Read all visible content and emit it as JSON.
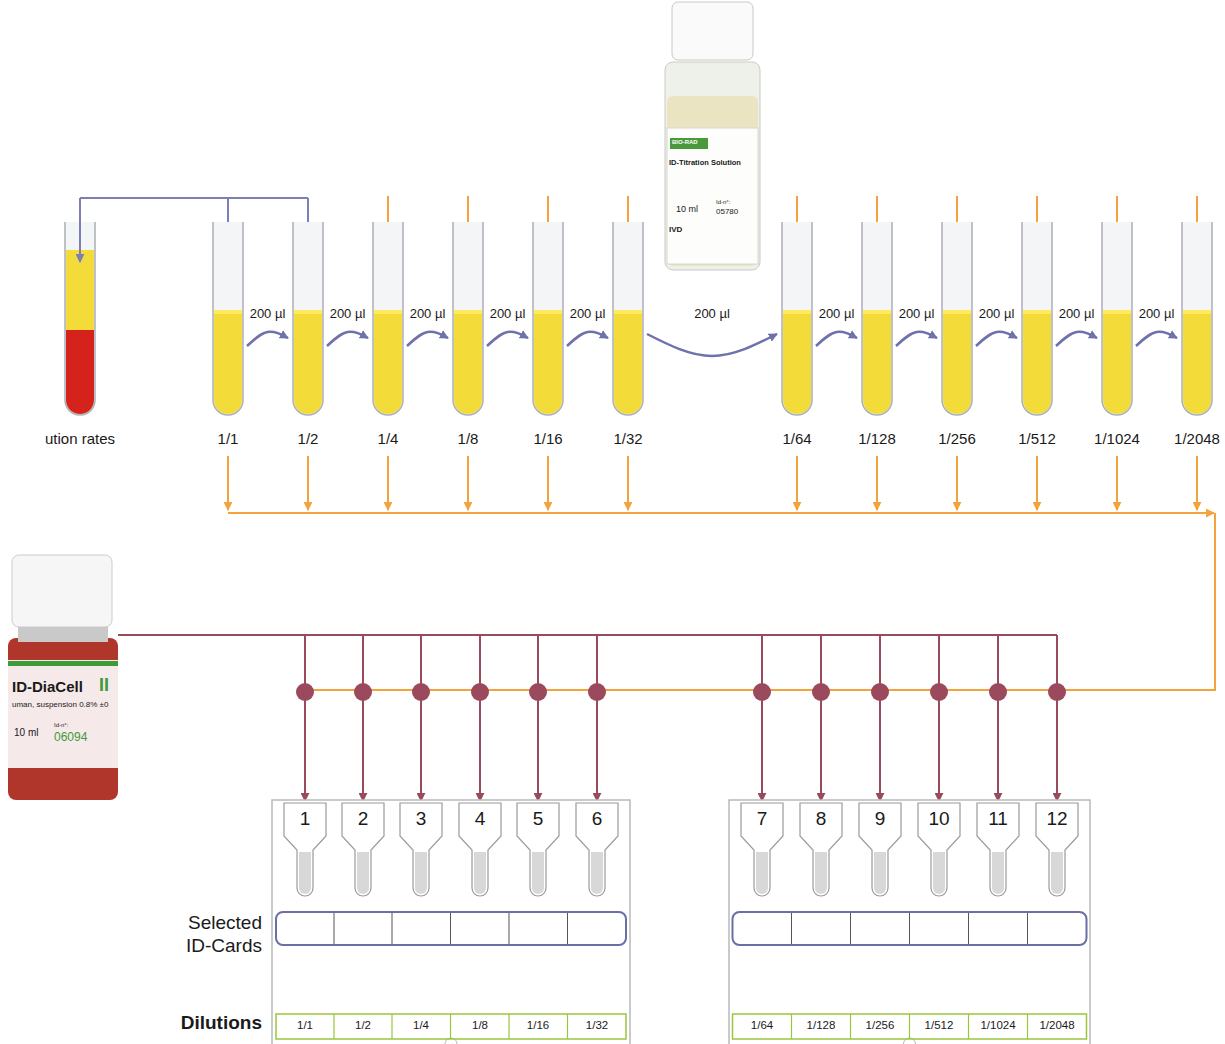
{
  "diagram": {
    "nodes": [
      {
        "text": [
          "1/1"
        ]
      },
      {
        "text": [
          "1/2"
        ]
      },
      {
        "text": [
          "1/4"
        ]
      },
      {
        "text": [
          "1/8"
        ]
      },
      {
        "text": [
          "1/16"
        ]
      },
      {
        "text": [
          "1/32"
        ]
      },
      {
        "text": [
          "1/64"
        ]
      },
      {
        "text": [
          "1/128"
        ]
      },
      {
        "text": [
          "1/256"
        ]
      },
      {
        "text": [
          "1/512"
        ]
      },
      {
        "text": [
          "1/1024"
        ]
      },
      {
        "text": [
          "1/2048"
        ]
      }
    ],
    "edges": [
      {
        "from": 0,
        "to": 1,
        "label": "200 µl",
        "arrow": "to"
      },
      {
        "from": 1,
        "to": 2,
        "label": "200 µl",
        "arrow": "to"
      },
      {
        "from": 2,
        "to": 3,
        "label": "200 µl",
        "arrow": "to"
      },
      {
        "from": 3,
        "to": 4,
        "label": "200 µl",
        "arrow": "to"
      },
      {
        "from": 4,
        "to": 5,
        "label": "200 µl",
        "arrow": "to"
      },
      {
        "from": 5,
        "to": 6,
        "label": "200 µl",
        "arrow": "to"
      },
      {
        "from": 6,
        "to": 7,
        "label": "200 µl",
        "arrow": "to"
      },
      {
        "from": 7,
        "to": 8,
        "label": "200 µl",
        "arrow": "to"
      },
      {
        "from": 8,
        "to": 9,
        "label": "200 µl",
        "arrow": "to"
      },
      {
        "from": 9,
        "to": 10,
        "label": "200 µl",
        "arrow": "to"
      },
      {
        "from": 10,
        "to": 11,
        "label": "200 µl",
        "arrow": "to"
      }
    ],
    "labels": [
      "ution rates",
      "BIO-RAD",
      "ID-Titration Solution",
      "10 ml",
      "Id-n°:",
      "05780",
      "IVD",
      "ID-DiaCell",
      "II",
      "uman, suspension 0.8% ±0",
      "10 ml",
      "Id-n°:",
      "06094",
      "1",
      "2",
      "3",
      "4",
      "5",
      "6",
      "7",
      "8",
      "9",
      "10",
      "11",
      "12",
      "Selected ID-Cards",
      "Dilutions",
      "1/1",
      "1/2",
      "1/4",
      "1/8",
      "1/16",
      "1/32",
      "1/64",
      "1/128",
      "1/256",
      "1/512",
      "1/1024",
      "1/2048"
    ]
  }
}
